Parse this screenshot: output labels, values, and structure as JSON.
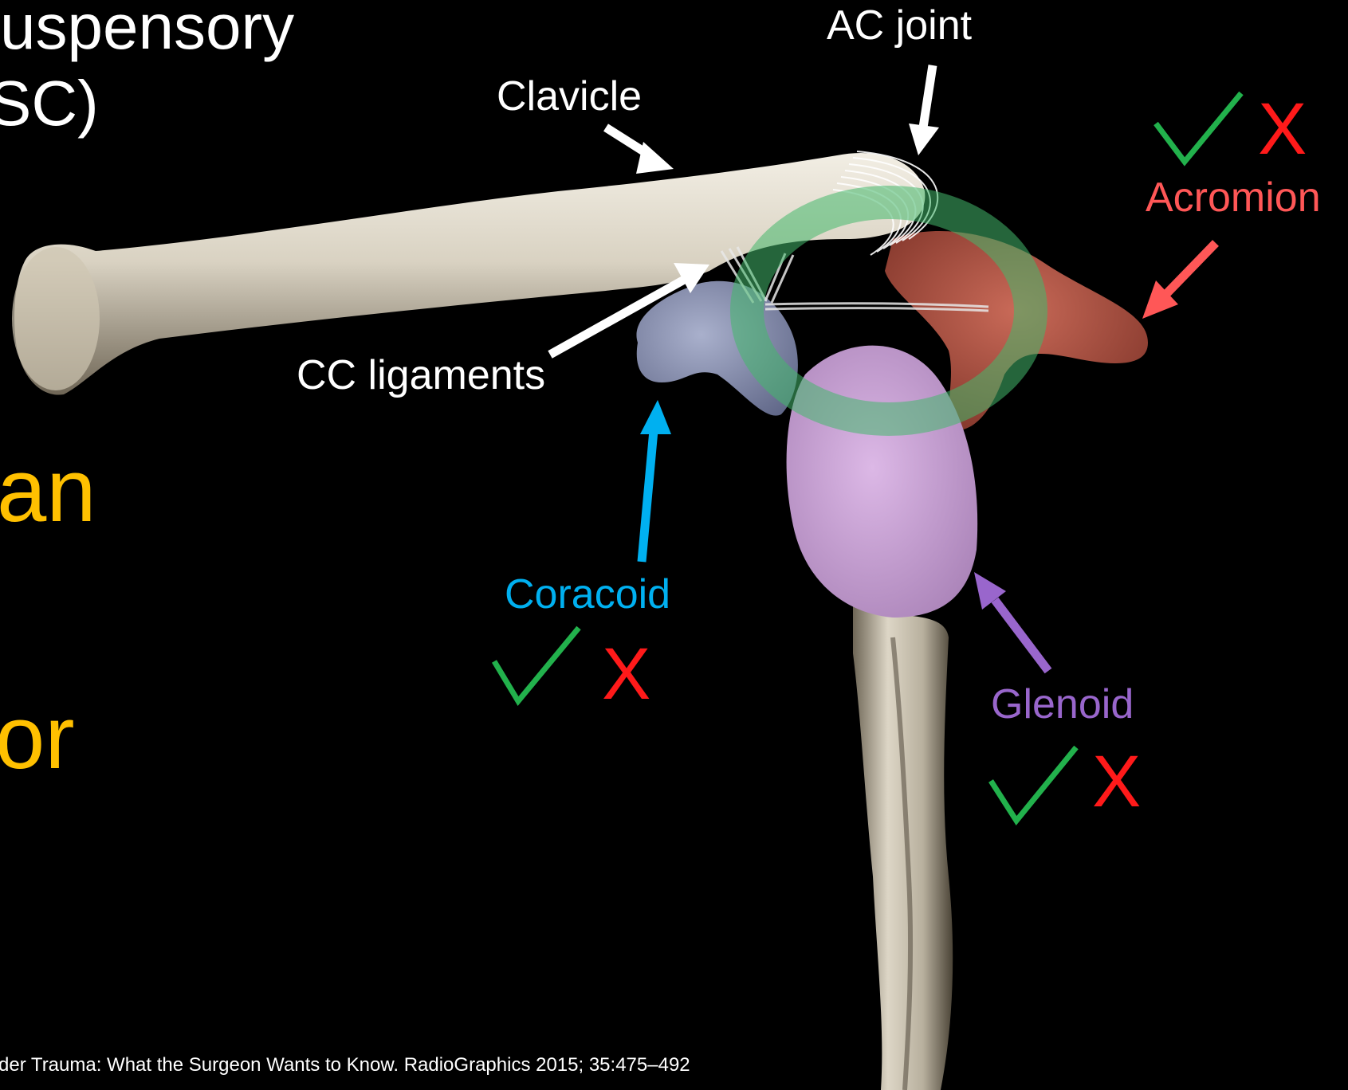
{
  "slide": {
    "title_lines": [
      "uspensory",
      "SC)"
    ],
    "orange_fragments": [
      "an",
      "or",
      "!"
    ],
    "citation": "der Trauma: What the Surgeon Wants to Know. RadioGraphics 2015; 35:475–492"
  },
  "labels": {
    "ac_joint": "AC joint",
    "clavicle": "Clavicle",
    "acromion": "Acromion",
    "cc_ligaments": "CC ligaments",
    "coracoid": "Coracoid",
    "glenoid": "Glenoid"
  },
  "status_marks": {
    "acromion_cross": "X",
    "coracoid_cross": "X",
    "glenoid_cross": "X"
  },
  "colors": {
    "background": "#000000",
    "bone": "#e3ddcf",
    "acromion": "#b85a4a",
    "coracoid": "#8c95b8",
    "glenoid": "#c9a2d8",
    "ring": "#43b86b",
    "check": "#22b14c",
    "cross": "#ff1a1a",
    "orange_text": "#ffc000",
    "coracoid_arrow": "#00b0f0",
    "acromion_arrow": "#ff5757",
    "glenoid_arrow": "#9966cc"
  }
}
